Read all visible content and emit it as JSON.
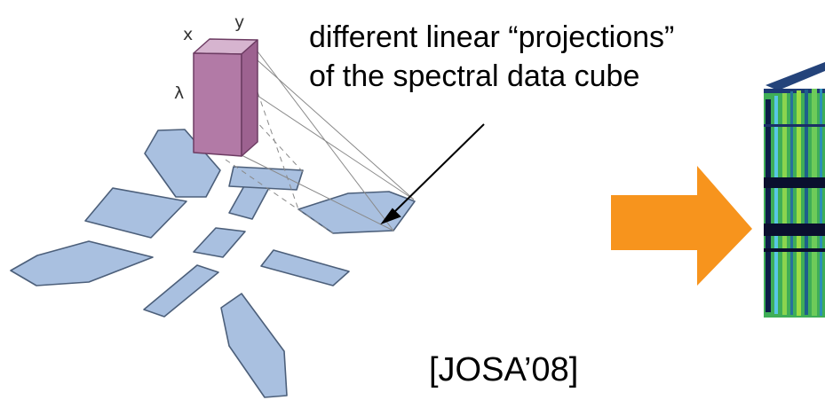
{
  "diagram": {
    "caption_line1": "different linear “projections”",
    "caption_line2": "of the spectral data cube",
    "citation": "[JOSA’08]",
    "axis_labels": {
      "x": "x",
      "y": "y",
      "lambda": "λ"
    },
    "colors": {
      "projection_fill": "#a9c0e0",
      "projection_stroke": "#4c5f7a",
      "cube_fill": "#b27aa6",
      "cube_top": "#d6b4cf",
      "arrow": "#f7941d"
    }
  }
}
